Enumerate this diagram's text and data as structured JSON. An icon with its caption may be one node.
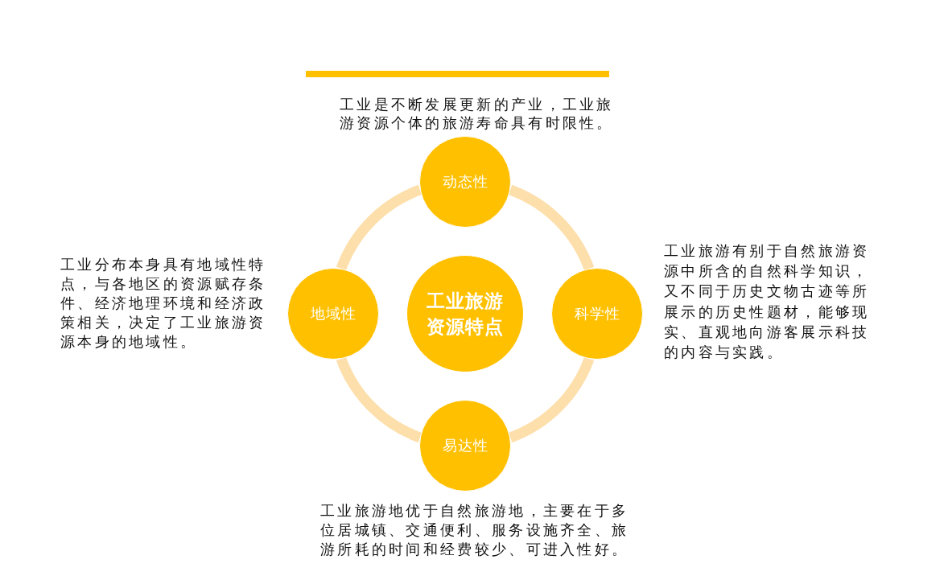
{
  "diagram": {
    "nodes": [
      {
        "text": [
          "动态性"
        ],
        "beside": [
          "工业是不断发展更新的产业，工业旅游资源个体的旅游寿命具有时限性。"
        ]
      },
      {
        "text": [
          "地域性"
        ],
        "beside": [
          "工业分布本身具有地域性特点，与各地区的资源赋存条件、经济地理环境和经济政策相关，决定了工业旅游资源本身的地域性。"
        ]
      },
      {
        "text": [
          "工业旅游资源特点"
        ]
      },
      {
        "text": [
          "科学性"
        ],
        "beside": [
          "工业旅游有别于自然旅游资源中所含的自然科学知识，又不同于历史文物古迹等所展示的历史性题材，能够现实、直观地向游客展示科技的内容与实践。"
        ]
      },
      {
        "text": [
          "易达性"
        ],
        "beside": [
          "工业旅游地优于自然旅游地，主要在于多位居城镇、交通便利、服务设施齐全、旅游所耗的时间和经费较少、可进入性好。"
        ]
      }
    ],
    "edges": [
      {
        "from": 0,
        "to": 3,
        "arrow": "none"
      },
      {
        "from": 3,
        "to": 4,
        "arrow": "none"
      },
      {
        "from": 4,
        "to": 1,
        "arrow": "none"
      },
      {
        "from": 1,
        "to": 0,
        "arrow": "none"
      }
    ]
  }
}
